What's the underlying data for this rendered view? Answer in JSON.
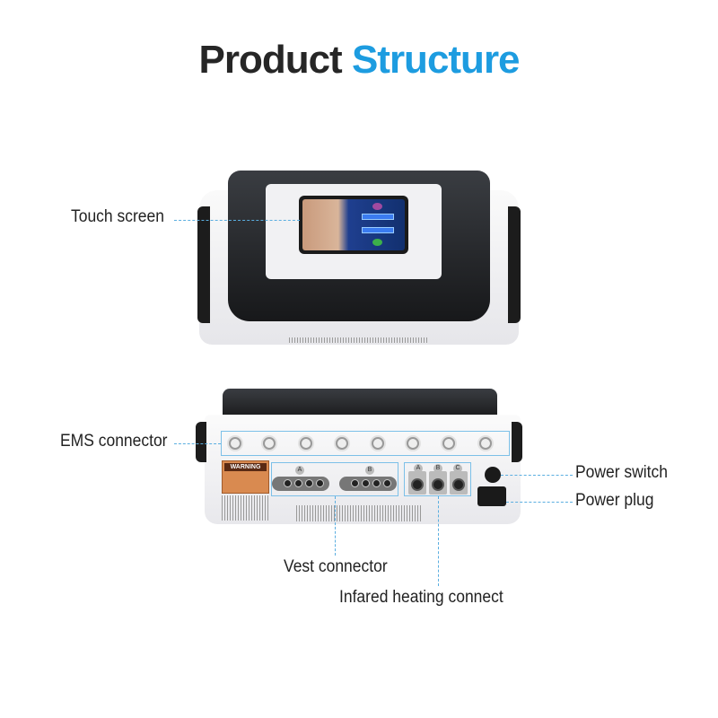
{
  "title": {
    "part1": "Product",
    "part2": "Structure"
  },
  "colors": {
    "accent": "#1d9ce0",
    "text": "#262626",
    "leader_line": "#5aaee0"
  },
  "labels": {
    "touch_screen": "Touch screen",
    "ems_connector": "EMS connector",
    "power_switch": "Power switch",
    "power_plug": "Power plug",
    "vest_connector": "Vest connector",
    "infrared_heating_connect": "Infared heating connect"
  },
  "device_back": {
    "warning_label": "WARNING",
    "vest_ports": [
      "A",
      "B"
    ],
    "infrared_ports": [
      "A",
      "B",
      "C"
    ]
  }
}
